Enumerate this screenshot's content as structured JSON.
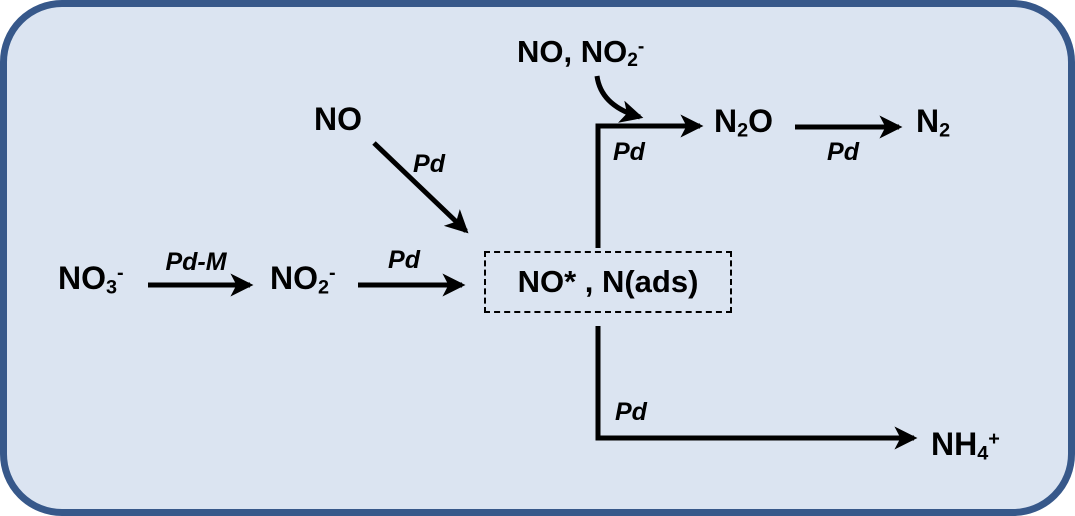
{
  "diagram": {
    "colors": {
      "panel_background": "#dbe4f1",
      "panel_border": "#37588a",
      "ink": "#000000"
    },
    "species": {
      "no3": {
        "base": "NO",
        "sub": "3",
        "sup": "-"
      },
      "no2": {
        "base": "NO",
        "sub": "2",
        "sup": "-"
      },
      "no": {
        "base": "NO"
      },
      "no_no2_recycle": {
        "base": "NO, NO",
        "sub": "2",
        "sup": "-"
      },
      "adsorbed": {
        "base": "NO* , N(ads)"
      },
      "n2o": {
        "base": "N",
        "sub": "2",
        "post": "O"
      },
      "n2": {
        "base": "N",
        "sub": "2"
      },
      "nh4": {
        "base": "NH",
        "sub": "4",
        "sup": "+"
      }
    },
    "catalyst_labels": {
      "no3_to_no2": "Pd-M",
      "no2_to_adsorbed": "Pd",
      "no_to_adsorbed": "Pd",
      "adsorbed_to_n2o": "Pd",
      "n2o_to_n2": "Pd",
      "adsorbed_to_nh4": "Pd"
    }
  }
}
